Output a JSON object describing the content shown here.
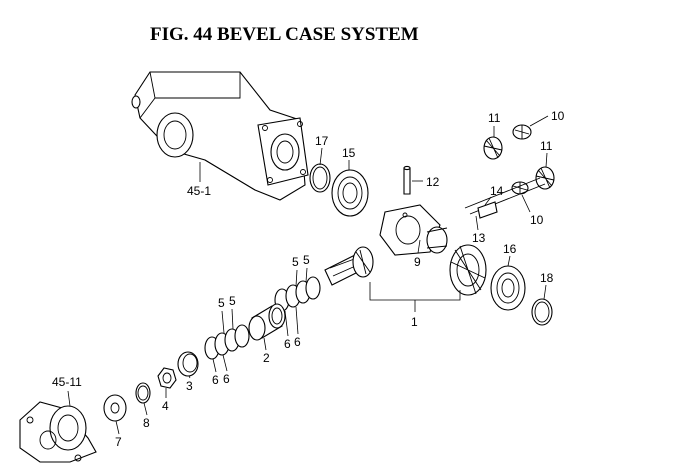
{
  "title": "FIG. 44  BEVEL CASE SYSTEM",
  "callouts": {
    "c45_1": "45-1",
    "c17": "17",
    "c15": "15",
    "c12": "12",
    "c11a": "11",
    "c10a": "10",
    "c11b": "11",
    "c10b": "10",
    "c14": "14",
    "c13": "13",
    "c9": "9",
    "c16": "16",
    "c18": "18",
    "c1": "1",
    "c5a": "5",
    "c5b": "5",
    "c6a": "6",
    "c6b": "6",
    "c5c": "5",
    "c5d": "5",
    "c6c": "6",
    "c6d": "6",
    "c2": "2",
    "c3": "3",
    "c4": "4",
    "c8": "8",
    "c7": "7",
    "c45_11": "45-11"
  }
}
